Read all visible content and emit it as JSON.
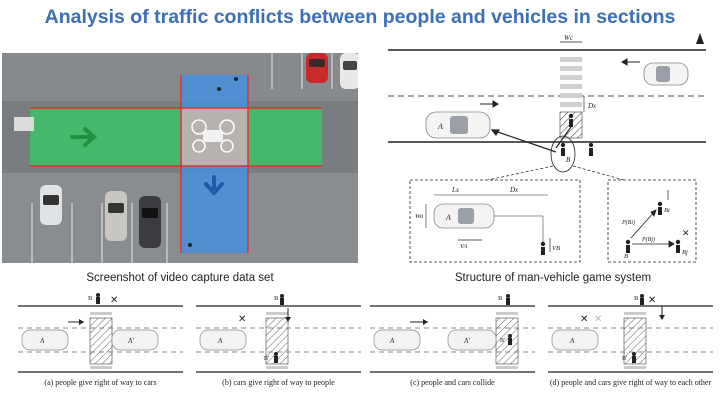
{
  "title": "Analysis of traffic conflicts between people and vehicles in sections",
  "photo": {
    "caption": "Screenshot of video capture data set"
  },
  "structure": {
    "caption": "Structure of man-vehicle game system",
    "labels": {
      "wc": "Wc",
      "dx": "Dx",
      "car_a": "A",
      "ped_b": "B",
      "bi": "Bi",
      "bj": "Bj",
      "lx": "Lx",
      "wa": "Wa",
      "va": "VA",
      "vb": "VB",
      "pbi": "P(Bi)",
      "pbj": "P(Bj)",
      "compass": "N"
    }
  },
  "scenarios": [
    {
      "id": "a",
      "caption": "(a) people give right of way to cars",
      "car1": "A",
      "car2": "A'",
      "ped_top": "B",
      "ped_bottom": "",
      "mark": "✕"
    },
    {
      "id": "b",
      "caption": "(b) cars give right of way to people",
      "car1": "A",
      "car2": "",
      "ped_top": "B",
      "ped_bottom": "B'",
      "mark": "✕"
    },
    {
      "id": "c",
      "caption": "(c) people and cars collide",
      "car1": "A",
      "car2": "A'",
      "ped_top": "B",
      "ped_bottom": "B'",
      "mark": ""
    },
    {
      "id": "d",
      "caption": "(d) people and cars give right of way to each other",
      "car1": "A",
      "car2": "",
      "ped_top": "B",
      "ped_bottom": "B'",
      "mark": "✕"
    }
  ],
  "colors": {
    "title": "#3b6fb6",
    "green_zone": "#3fbf6a",
    "blue_zone": "#4a8fd8",
    "conflict_border": "#e03030"
  }
}
